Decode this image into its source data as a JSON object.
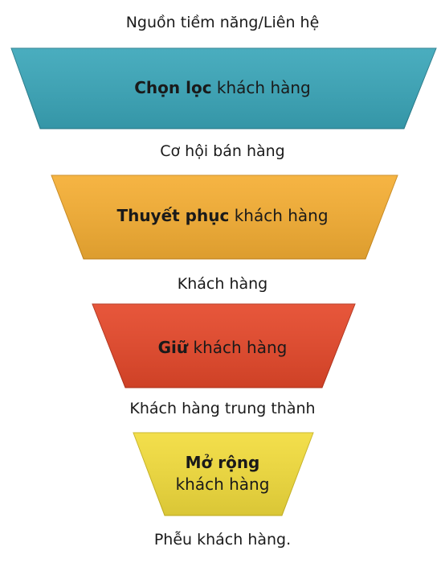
{
  "labels": {
    "top": "Nguồn tiềm năng/Liên hệ",
    "after_stage_1": "Cơ hội bán hàng",
    "after_stage_2": "Khách hàng",
    "after_stage_3": "Khách hàng trung thành",
    "caption": "Phễu khách hàng."
  },
  "stages": [
    {
      "bold": "Chọn lọc",
      "rest": " khách hàng",
      "color": "#3aa6b9"
    },
    {
      "bold": "Thuyết phục",
      "rest": " khách hàng",
      "color": "#f5ae33"
    },
    {
      "bold": "Giữ",
      "rest": " khách hàng",
      "color": "#e5482a"
    },
    {
      "bold": "Mở rộng",
      "rest": "khách hàng",
      "color": "#f2dc3c"
    }
  ]
}
